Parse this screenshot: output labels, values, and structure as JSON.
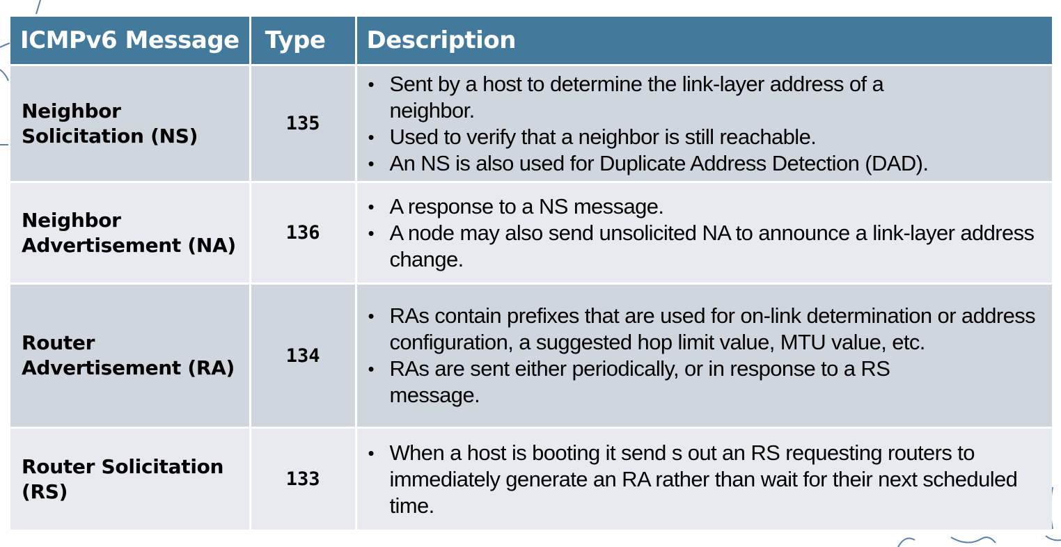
{
  "table": {
    "headers": {
      "message": "ICMPv6 Message",
      "type": "Type",
      "description": "Description"
    },
    "colors": {
      "header_bg": "#437a9c",
      "header_text": "#ffffff",
      "row_dark": "#cfd6de",
      "row_light": "#e7eaee"
    },
    "rows": [
      {
        "message": "Neighbor Solicitation (NS)",
        "type": "135",
        "description": [
          "Sent by a host to determine the link-layer address of a neighbor.",
          "Used to verify that a neighbor is still reachable.",
          "An NS is also used for Duplicate Address Detection (DAD)."
        ]
      },
      {
        "message": "Neighbor Advertisement (NA)",
        "type": "136",
        "description": [
          "A response to a NS message.",
          "A node may also send unsolicited NA to announce a link-layer address change."
        ]
      },
      {
        "message": "Router Advertisement (RA)",
        "type": "134",
        "description": [
          "RAs contain prefixes that are used for on-link determination or address configuration, a suggested hop limit value,  MTU value, etc.",
          "RAs are sent either periodically, or in response to a RS message."
        ]
      },
      {
        "message": "Router Solicitation (RS)",
        "type": "133",
        "description": [
          "When a host is booting  it send s out an RS requesting routers to immediately generate an RA rather than wait for their next scheduled time."
        ]
      }
    ]
  }
}
